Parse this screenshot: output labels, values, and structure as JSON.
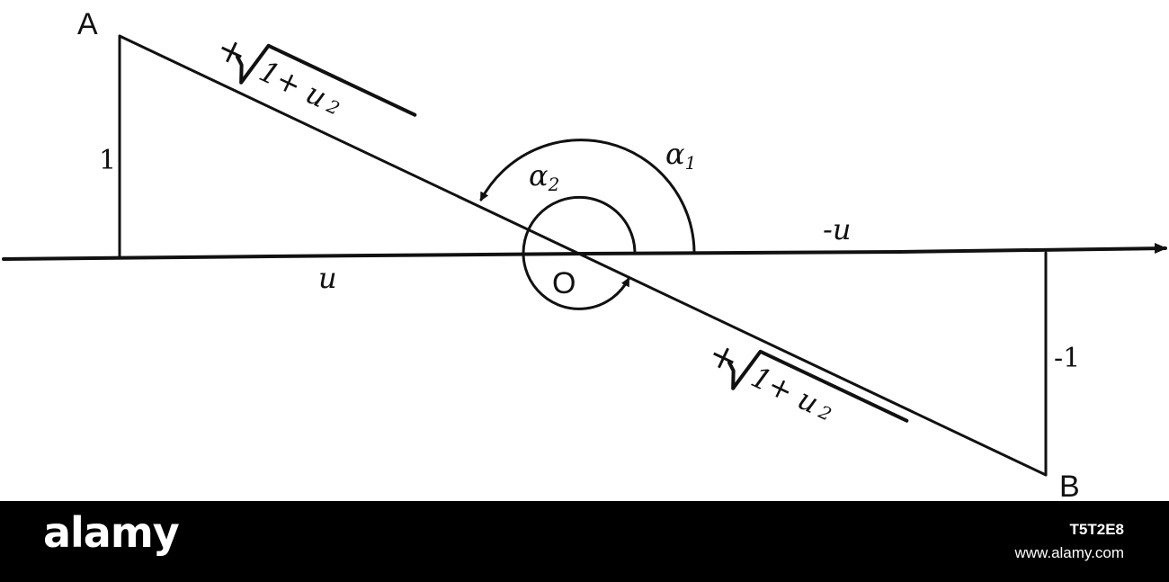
{
  "diagram": {
    "points": {
      "a": "A",
      "b": "B",
      "o": "O"
    },
    "segments": {
      "left_leg": "1",
      "right_leg": "-1",
      "left_base": "u",
      "right_base": "-u",
      "hyp_upper_sign": "+",
      "hyp_upper_radicand": "1+ u",
      "hyp_upper_exp": "2",
      "hyp_lower_sign": "+",
      "hyp_lower_radicand": "1+ u",
      "hyp_lower_exp": "2"
    },
    "angles": {
      "alpha1": {
        "symbol": "α",
        "sub": "1"
      },
      "alpha2": {
        "symbol": "α",
        "sub": "2"
      }
    }
  },
  "watermark": {
    "brand": "alamy",
    "image_id": "T5T2E8",
    "site": "www.alamy.com"
  }
}
